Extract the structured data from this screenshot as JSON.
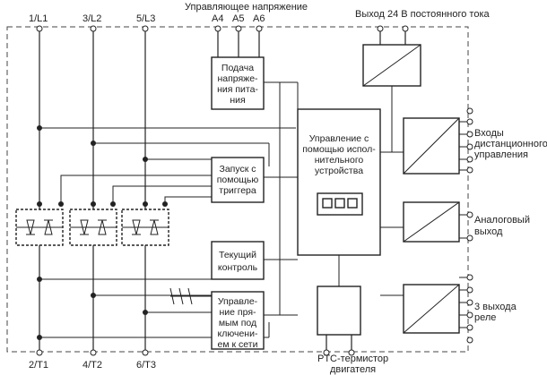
{
  "top_terminals": [
    "1/L1",
    "3/L2",
    "5/L3"
  ],
  "bottom_terminals": [
    "2/T1",
    "4/T2",
    "6/T3"
  ],
  "control_voltage": {
    "title": "Управляющее напряжение",
    "terminals": [
      "A4",
      "A5",
      "A6"
    ]
  },
  "output_24v": "Выход 24 В постоянного тока",
  "blocks": {
    "power_supply": [
      "Подача",
      "напряже-",
      "ния пита-",
      "ния"
    ],
    "trigger": [
      "Запуск с",
      "помощью",
      "триггера"
    ],
    "current": [
      "Текущий",
      "контроль"
    ],
    "direct": [
      "Управле-",
      "ние пря-",
      "мым под",
      "ключени-",
      "ем к сети"
    ],
    "controller": [
      "Управление с",
      "помощью испол-",
      "нительного",
      "устройства"
    ]
  },
  "remote_inputs": [
    "Входы",
    "дистанционного",
    "управления"
  ],
  "analog_output": [
    "Аналоговый",
    "выход"
  ],
  "relay_outputs": [
    "3 выхода",
    "реле"
  ],
  "ptc": [
    "PTC-термистор",
    "двигателя"
  ]
}
